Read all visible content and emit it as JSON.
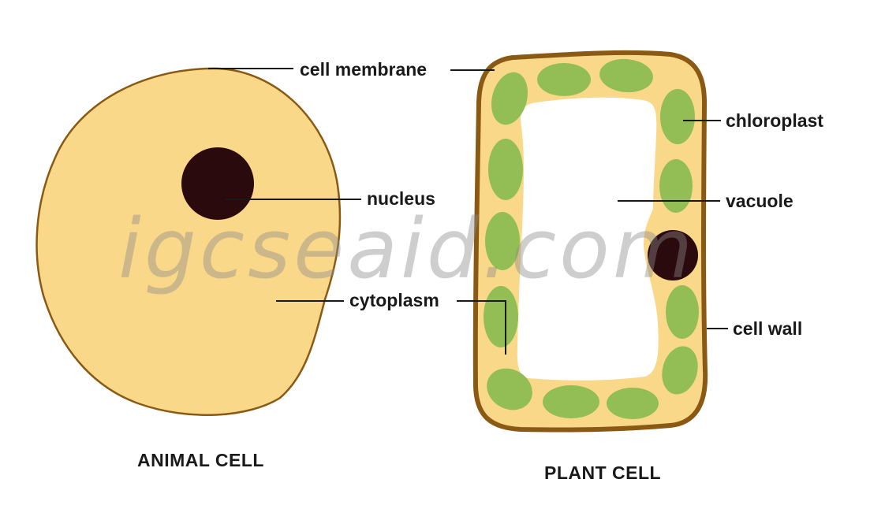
{
  "watermark": "igcseaid.com",
  "animal_cell": {
    "title": "ANIMAL CELL",
    "labels": {
      "cell_membrane": "cell membrane",
      "nucleus": "nucleus",
      "cytoplasm": "cytoplasm"
    }
  },
  "plant_cell": {
    "title": "PLANT CELL",
    "labels": {
      "chloroplast": "chloroplast",
      "vacuole": "vacuole",
      "cell_wall": "cell wall"
    }
  },
  "colors": {
    "cytoplasm": "#fad889",
    "membrane": "#8a5a14",
    "cell_wall": "#8a5a14",
    "nucleus": "#2b0a0e",
    "chloroplast": "#93be55",
    "vacuole": "#ffffff"
  }
}
